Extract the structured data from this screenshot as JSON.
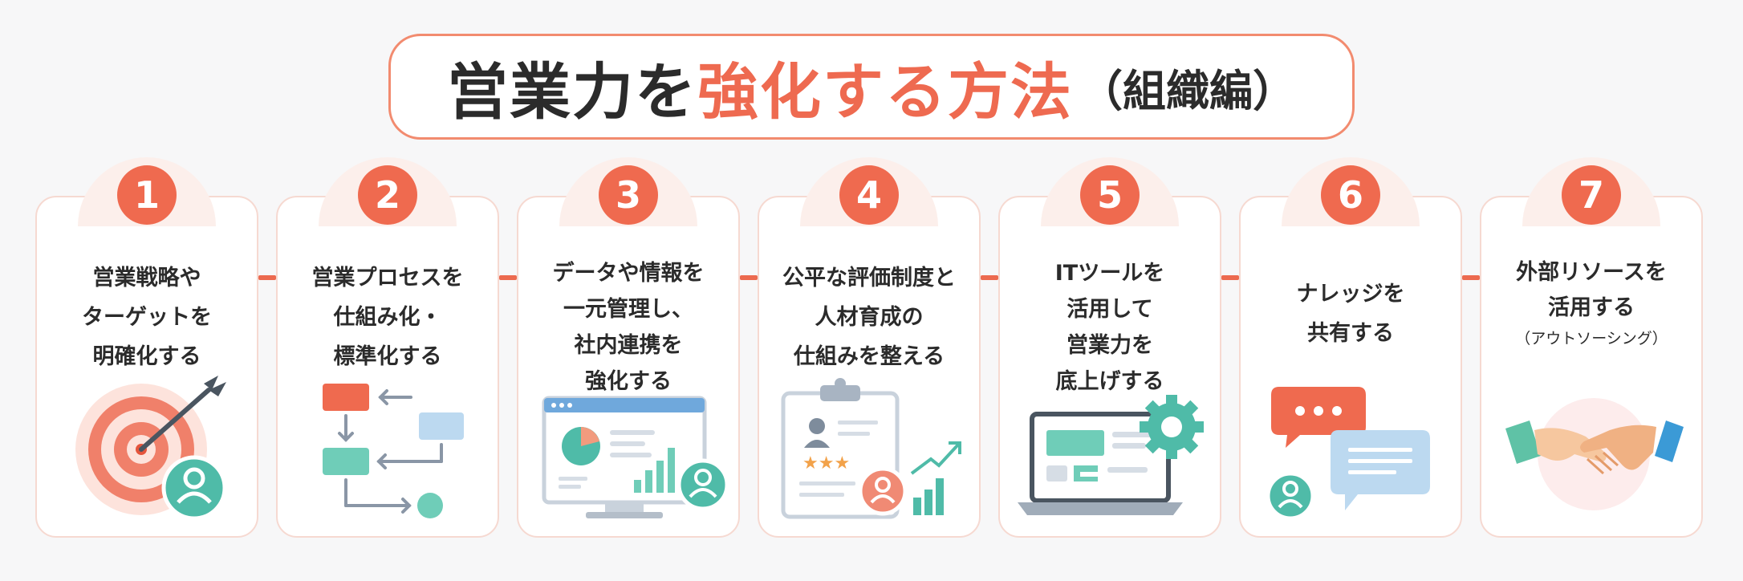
{
  "title": {
    "main": "営業力を",
    "accent": "強化する方法",
    "sub": "（組織編）"
  },
  "steps": [
    {
      "number": "1",
      "lines": [
        "営業戦略や",
        "ターゲットを",
        "明確化する"
      ],
      "note": "",
      "icon": "target-arrow-person-icon"
    },
    {
      "number": "2",
      "lines": [
        "営業プロセスを",
        "仕組み化・",
        "標準化する"
      ],
      "note": "",
      "icon": "process-flow-icon"
    },
    {
      "number": "3",
      "lines": [
        "データや情報を",
        "一元管理し、",
        "社内連携を",
        "強化する"
      ],
      "note": "",
      "icon": "dashboard-monitor-icon"
    },
    {
      "number": "4",
      "lines": [
        "公平な評価制度と",
        "人材育成の",
        "仕組みを整える"
      ],
      "note": "",
      "icon": "evaluation-clipboard-icon"
    },
    {
      "number": "5",
      "lines": [
        "ITツールを",
        "活用して",
        "営業力を",
        "底上げする"
      ],
      "note": "",
      "icon": "laptop-gear-icon"
    },
    {
      "number": "6",
      "lines": [
        "ナレッジを",
        "共有する"
      ],
      "note": "",
      "icon": "chat-share-icon"
    },
    {
      "number": "7",
      "lines": [
        "外部リソースを",
        "活用する"
      ],
      "note": "（アウトソーシング）",
      "icon": "handshake-icon"
    }
  ],
  "colors": {
    "accent": "#ee6a50",
    "teal": "#4fbba8",
    "card_border": "#f6d9d1",
    "text": "#2b2b2b"
  }
}
